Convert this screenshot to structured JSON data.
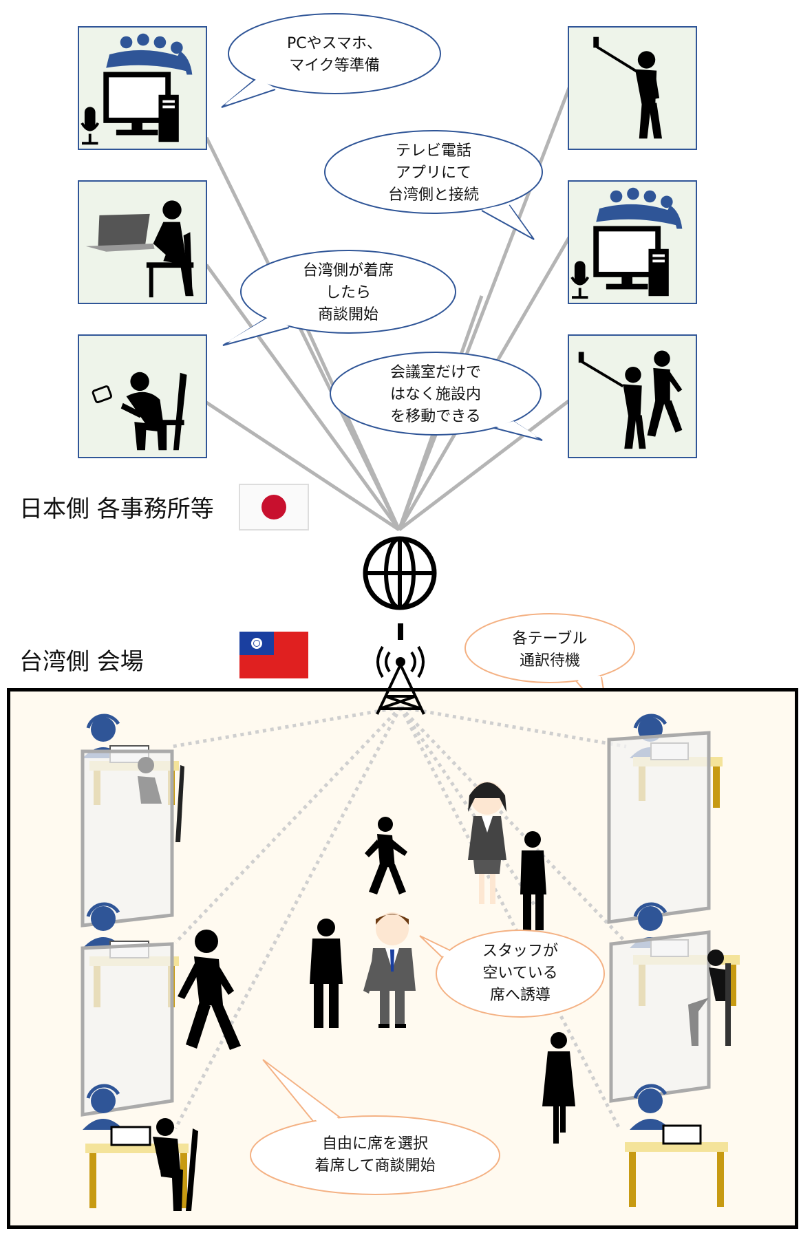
{
  "japan_side": {
    "label": "日本側 各事務所等",
    "flag": "japan-flag",
    "boxes": [
      {
        "icon": "group-computer-microphone-icon"
      },
      {
        "icon": "person-laptop-icon"
      },
      {
        "icon": "person-smartphone-icon"
      },
      {
        "icon": "selfie-stick-person-icon"
      },
      {
        "icon": "group-computer-microphone-icon"
      },
      {
        "icon": "selfie-stick-two-people-icon"
      }
    ]
  },
  "bubbles": {
    "prepare": "PCやスマホ、\nマイク等準備",
    "video_call": "テレビ電話\nアプリにて\n台湾側と接続",
    "start_meeting": "台湾側が着席\nしたら\n商談開始",
    "move_facility": "会議室だけで\nはなく施設内\nを移動できる",
    "interpreters": "各テーブル\n通訳待機",
    "staff_guide": "スタッフが\n空いている\n席へ誘導",
    "free_seat": "自由に席を選択\n着席して商談開始"
  },
  "taiwan_side": {
    "label": "台湾側 会場",
    "flag": "taiwan-flag"
  },
  "icons": {
    "network": "globe-icon",
    "antenna": "antenna-tower-icon"
  },
  "colors": {
    "box_border": "#2f5597",
    "box_fill": "#eef4ea",
    "blue_bubble": "#2f5597",
    "orange_bubble": "#f4b183",
    "venue_fill": "#fffaf0",
    "line_gray": "#b4b4b4",
    "japan_red": "#c8102e",
    "taiwan_red": "#e02020",
    "taiwan_blue": "#1a3fa0"
  }
}
